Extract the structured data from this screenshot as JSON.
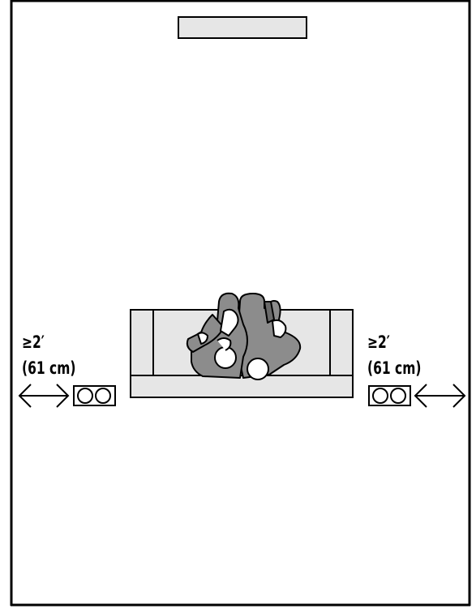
{
  "diagram": {
    "left_clearance": {
      "distance": "≥2′",
      "metric": "(61 cm)"
    },
    "right_clearance": {
      "distance": "≥2′",
      "metric": "(61 cm)"
    }
  },
  "colors": {
    "room_outline": "#000000",
    "tv_fill": "#e6e6e6",
    "sofa_fill": "#e6e6e6",
    "person_fill": "#8c8c8c",
    "person_highlight": "#ffffff",
    "speaker_fill": "#ffffff"
  }
}
